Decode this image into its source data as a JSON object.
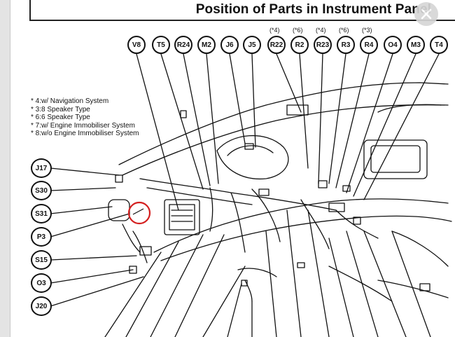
{
  "title": "Position of Parts in Instrument Panel",
  "close_icon": "close-x-icon",
  "top_callouts": [
    "V8",
    "T5",
    "R24",
    "M2",
    "J6",
    "J5",
    "R22",
    "R2",
    "R23",
    "R3",
    "R4",
    "O4",
    "M3",
    "T4"
  ],
  "variant_notes": {
    "R22": "(*4)",
    "R2": "(*6)",
    "R23": "(*4)",
    "R3": "(*6)",
    "R4": "(*3)"
  },
  "left_callouts": [
    "J17",
    "S30",
    "S31",
    "P3",
    "S15",
    "O3",
    "J20"
  ],
  "legend": [
    "* 4:w/ Navigation System",
    "* 3:8 Speaker Type",
    "* 6:6 Speaker Type",
    "* 7:w/ Engine Immobiliser System",
    "* 8:w/o Engine Immobiliser System"
  ],
  "highlight_color": "#d42020"
}
